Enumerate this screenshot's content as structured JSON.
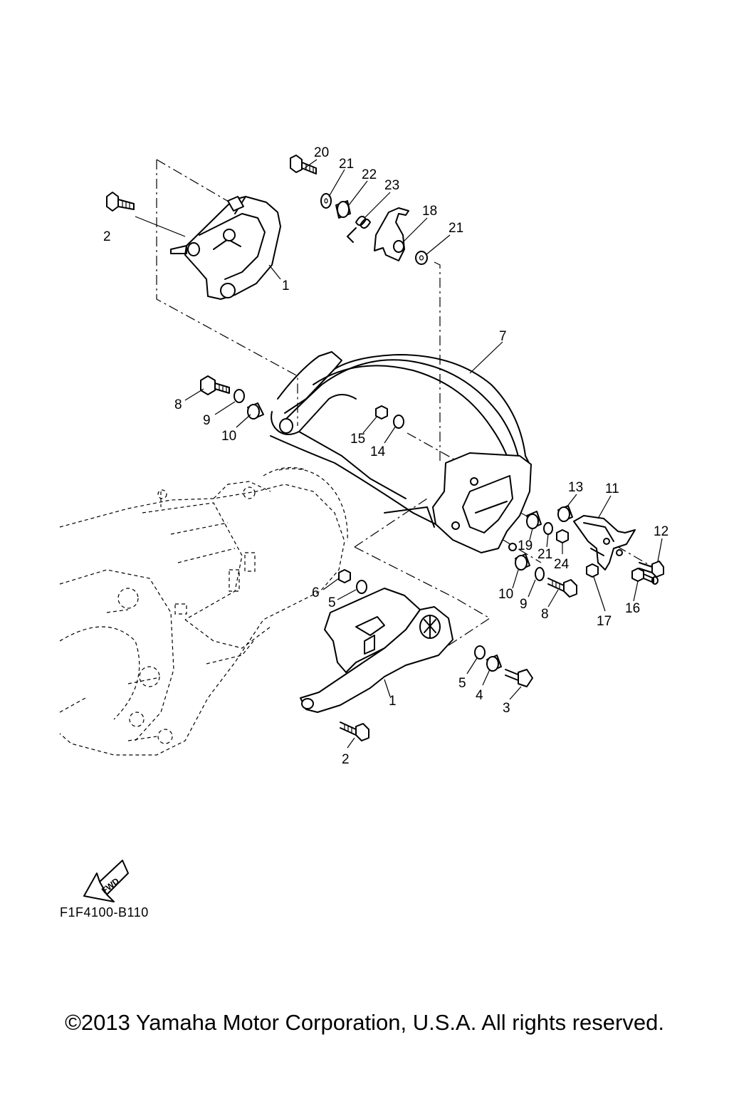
{
  "callouts": [
    {
      "id": "c20a",
      "text": "20"
    },
    {
      "id": "c21a",
      "text": "21"
    },
    {
      "id": "c22",
      "text": "22"
    },
    {
      "id": "c23",
      "text": "23"
    },
    {
      "id": "c18",
      "text": "18"
    },
    {
      "id": "c21b",
      "text": "21"
    },
    {
      "id": "c2a",
      "text": "2"
    },
    {
      "id": "c1a",
      "text": "1"
    },
    {
      "id": "c7",
      "text": "7"
    },
    {
      "id": "c8a",
      "text": "8"
    },
    {
      "id": "c9a",
      "text": "9"
    },
    {
      "id": "c10a",
      "text": "10"
    },
    {
      "id": "c15",
      "text": "15"
    },
    {
      "id": "c14",
      "text": "14"
    },
    {
      "id": "c13",
      "text": "13"
    },
    {
      "id": "c11",
      "text": "11"
    },
    {
      "id": "c12",
      "text": "12"
    },
    {
      "id": "c19",
      "text": "19"
    },
    {
      "id": "c21c",
      "text": "21"
    },
    {
      "id": "c24",
      "text": "24"
    },
    {
      "id": "c6",
      "text": "6"
    },
    {
      "id": "c5a",
      "text": "5"
    },
    {
      "id": "c10b",
      "text": "10"
    },
    {
      "id": "c9b",
      "text": "9"
    },
    {
      "id": "c8b",
      "text": "8"
    },
    {
      "id": "c17",
      "text": "17"
    },
    {
      "id": "c16",
      "text": "16"
    },
    {
      "id": "c5b",
      "text": "5"
    },
    {
      "id": "c4",
      "text": "4"
    },
    {
      "id": "c3",
      "text": "3"
    },
    {
      "id": "c1b",
      "text": "1"
    },
    {
      "id": "c2b",
      "text": "2"
    }
  ],
  "fwd_label": "FWD",
  "diagram_code": "F1F4100-B110",
  "copyright": "©2013 Yamaha Motor Corporation, U.S.A. All rights reserved."
}
